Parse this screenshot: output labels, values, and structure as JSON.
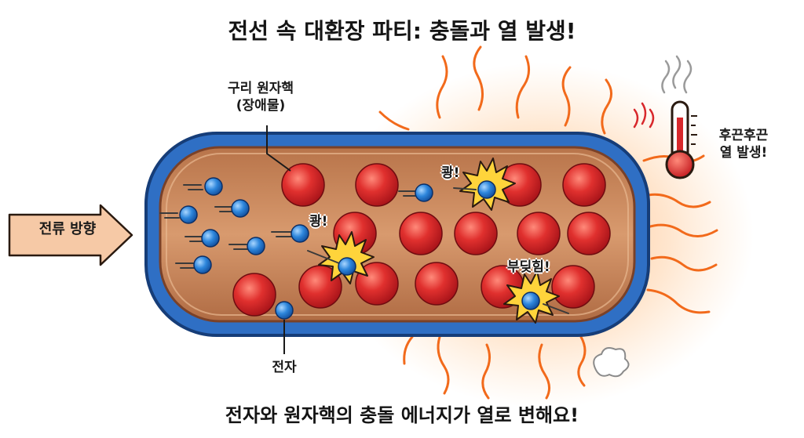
{
  "title": "전선 속 대환장 파티: 충돌과 열 발생!",
  "caption": "전자와 원자핵의 충돌 에너지가 열로 변해요!",
  "labels": {
    "nucleus": "구리 원자핵\n(장애물)",
    "electron": "전자",
    "current_direction": "전류 방향",
    "heat": "후끈후끈\n열 발생!"
  },
  "impacts": {
    "bang_1": "쾅!",
    "bang_2": "쾅!",
    "bump": "부딪힘!"
  },
  "colors": {
    "wire_outer": "#2f6fc4",
    "wire_inner": "#c98a5e",
    "nucleus": "#d8282c",
    "electron": "#2a7fd6",
    "heat": "#f26a1b",
    "arrow_fill": "#f6c9a6"
  }
}
